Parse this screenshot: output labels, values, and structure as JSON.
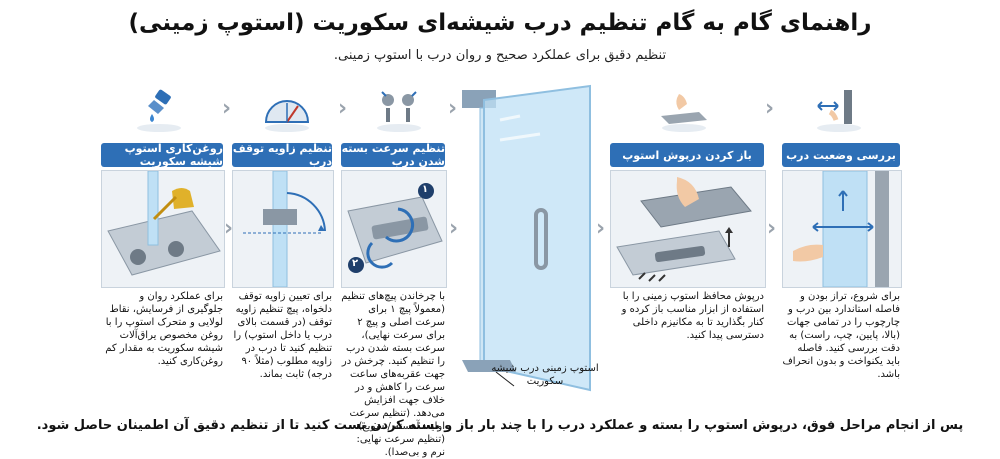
{
  "title": "راهنمای گام به گام تنظیم درب شیشه‌ای سکوریت (استوپ زمینی)",
  "subtitle": "تنظیم دقیق برای عملکرد صحیح و روان درب با استوپ زمینی.",
  "steps": [
    {
      "label": "روغن‌کاری استوپ شیشه سکوریت",
      "icon": "oil-drop-icon",
      "desc": "برای عملکرد روان و جلوگیری از فرسایش، نقاط لولایی و متحرک استوپ را با روغن مخصوص یراق‌آلات شیشه سکوریت به مقدار کم روغن‌کاری کنید."
    },
    {
      "label": "تنظیم زاویه توقف درب",
      "icon": "protractor-icon",
      "desc": "برای تعیین زاویه توقف دلخواه، پیچ تنظیم زاویه توقف (در قسمت بالای درب یا داخل استوپ) را تنظیم کنید تا درب در زاویه مطلوب (مثلاً ۹۰ درجه) ثابت بماند."
    },
    {
      "label": "تنظیم سرعت بسته شدن درب",
      "icon": "screws-icon",
      "desc": "با چرخاندن پیچ‌های تنظیم (معمولاً پیچ ۱ برای سرعت اصلی و پیچ ۲ برای سرعت نهایی)، سرعت بسته شدن درب را تنظیم کنید. چرخش در جهت عقربه‌های ساعت سرعت را کاهش و در خلاف جهت افزایش می‌دهد. (تنظیم سرعت اولیه: آهسته / سریع) (تنظیم سرعت نهایی: نرم و بی‌صدا)."
    },
    {
      "label": "باز کردن درپوش استوپ",
      "icon": "hand-cover-icon",
      "desc": "درپوش محافظ استوپ زمینی را با استفاده از ابزار مناسب باز کرده و کنار بگذارید تا به مکانیزم داخلی دسترسی پیدا کنید."
    },
    {
      "label": "بررسی وضعیت درب",
      "icon": "level-check-icon",
      "desc": "برای شروع، تراز بودن و فاصله استاندارد بین درب و چارچوب را در تمامی جهات (بالا، پایین، چپ، راست) به دقت بررسی کنید. فاصله باید یکنواخت و بدون انحراف باشد."
    }
  ],
  "markers": [
    "۱",
    "۲"
  ],
  "door_callout": "استوپ زمینی درب شیشه سکوریت",
  "footer": "پس از انجام مراحل فوق، درپوش استوپ را بسته و عملکرد درب را با چند بار باز و بسته کردن تست کنید تا از تنظیم دقیق آن اطمینان حاصل شود.",
  "colors": {
    "accent": "#2e6fb6",
    "glass": "#bfe0f5",
    "frame": "#8aa2b8"
  }
}
